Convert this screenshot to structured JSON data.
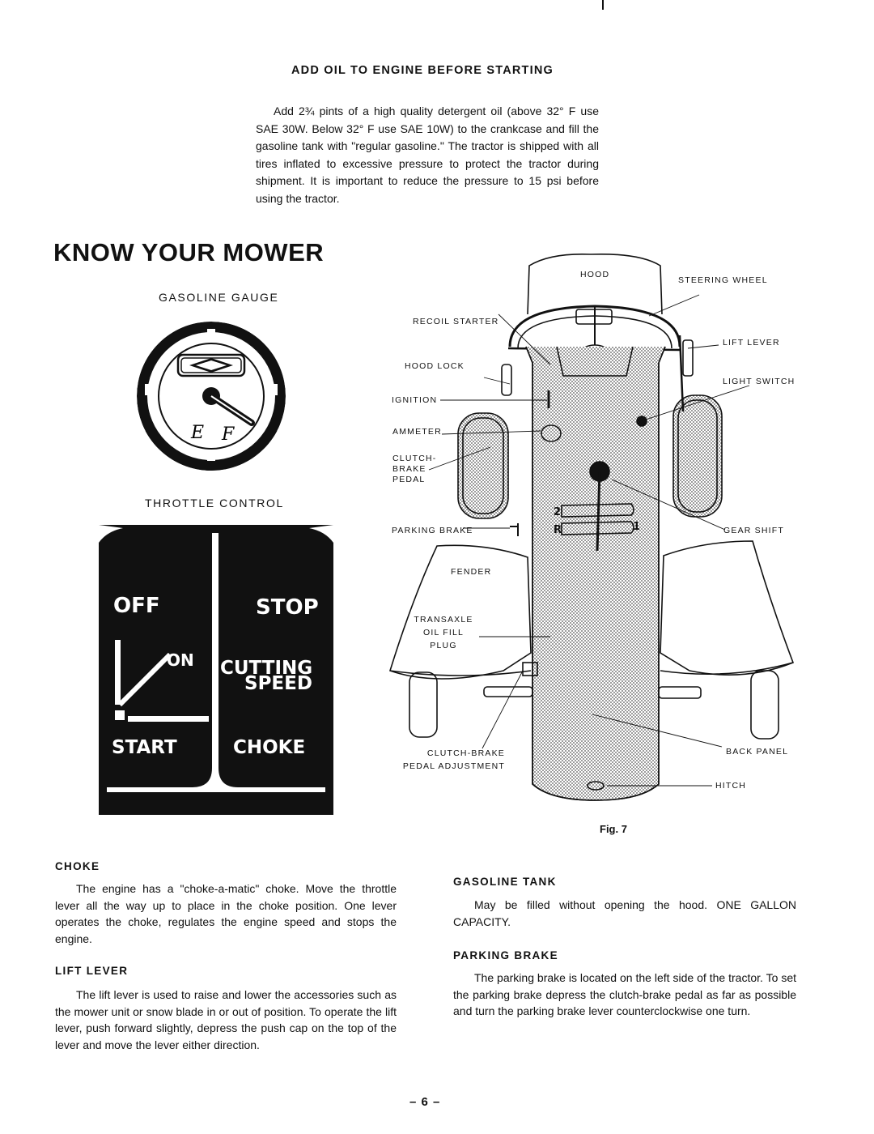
{
  "header": {
    "title": "ADD OIL TO ENGINE BEFORE STARTING",
    "body": "Add 2¾ pints of a high quality detergent oil (above 32° F use SAE 30W. Below 32° F use SAE 10W) to the crankcase and fill the gasoline tank with \"regular gasoline.\" The tractor is shipped with all tires inflated to excessive pressure to protect the tractor during shipment. It is important to reduce the pressure to 15 psi before using the tractor."
  },
  "section_title": "KNOW YOUR MOWER",
  "gauge": {
    "caption": "GASOLINE GAUGE",
    "empty_mark": "E",
    "full_mark": "F"
  },
  "throttle": {
    "caption": "THROTTLE CONTROL",
    "off": "OFF",
    "on": "ON",
    "start": "START",
    "stop": "STOP",
    "cutting": "CUTTING",
    "speed": "SPEED",
    "choke": "CHOKE"
  },
  "diagram": {
    "labels": {
      "hood": "HOOD",
      "steering_wheel": "STEERING WHEEL",
      "recoil_starter": "RECOIL STARTER",
      "lift_lever": "LIFT LEVER",
      "hood_lock": "HOOD LOCK",
      "light_switch": "LIGHT SWITCH",
      "ignition": "IGNITION",
      "ammeter": "AMMETER",
      "clutch_brake_pedal": [
        "CLUTCH-",
        "BRAKE",
        "PEDAL"
      ],
      "parking_brake": "PARKING BRAKE",
      "gear_shift": "GEAR SHIFT",
      "fender": "FENDER",
      "transaxle": [
        "TRANSAXLE",
        "OIL FILL",
        "PLUG"
      ],
      "clutch_brake_adj": [
        "CLUTCH-BRAKE",
        "PEDAL ADJUSTMENT"
      ],
      "back_panel": "BACK PANEL",
      "hitch": "HITCH"
    },
    "gear_marks": [
      "2",
      "R",
      "1"
    ],
    "figure": "Fig. 7"
  },
  "sections": {
    "choke": {
      "title": "CHOKE",
      "body": "The engine has a \"choke-a-matic\" choke. Move the throttle lever all the way up to place in the choke position. One lever operates the choke, regulates the engine speed and stops the engine."
    },
    "lift_lever": {
      "title": "LIFT LEVER",
      "body": "The lift lever is used to raise and lower the accessories such as the mower unit or snow blade in or out of position. To operate the lift lever, push forward slightly, depress the push cap on the top of the lever and move the lever either direction."
    },
    "gasoline_tank": {
      "title": "GASOLINE TANK",
      "body": "May be filled without opening the hood. ONE GALLON CAPACITY."
    },
    "parking_brake": {
      "title": "PARKING BRAKE",
      "body": "The parking brake is located on the left side of the tractor. To set the parking brake depress the clutch-brake pedal as far as possible and turn the parking brake lever counterclockwise one turn."
    }
  },
  "page_number": "– 6 –"
}
